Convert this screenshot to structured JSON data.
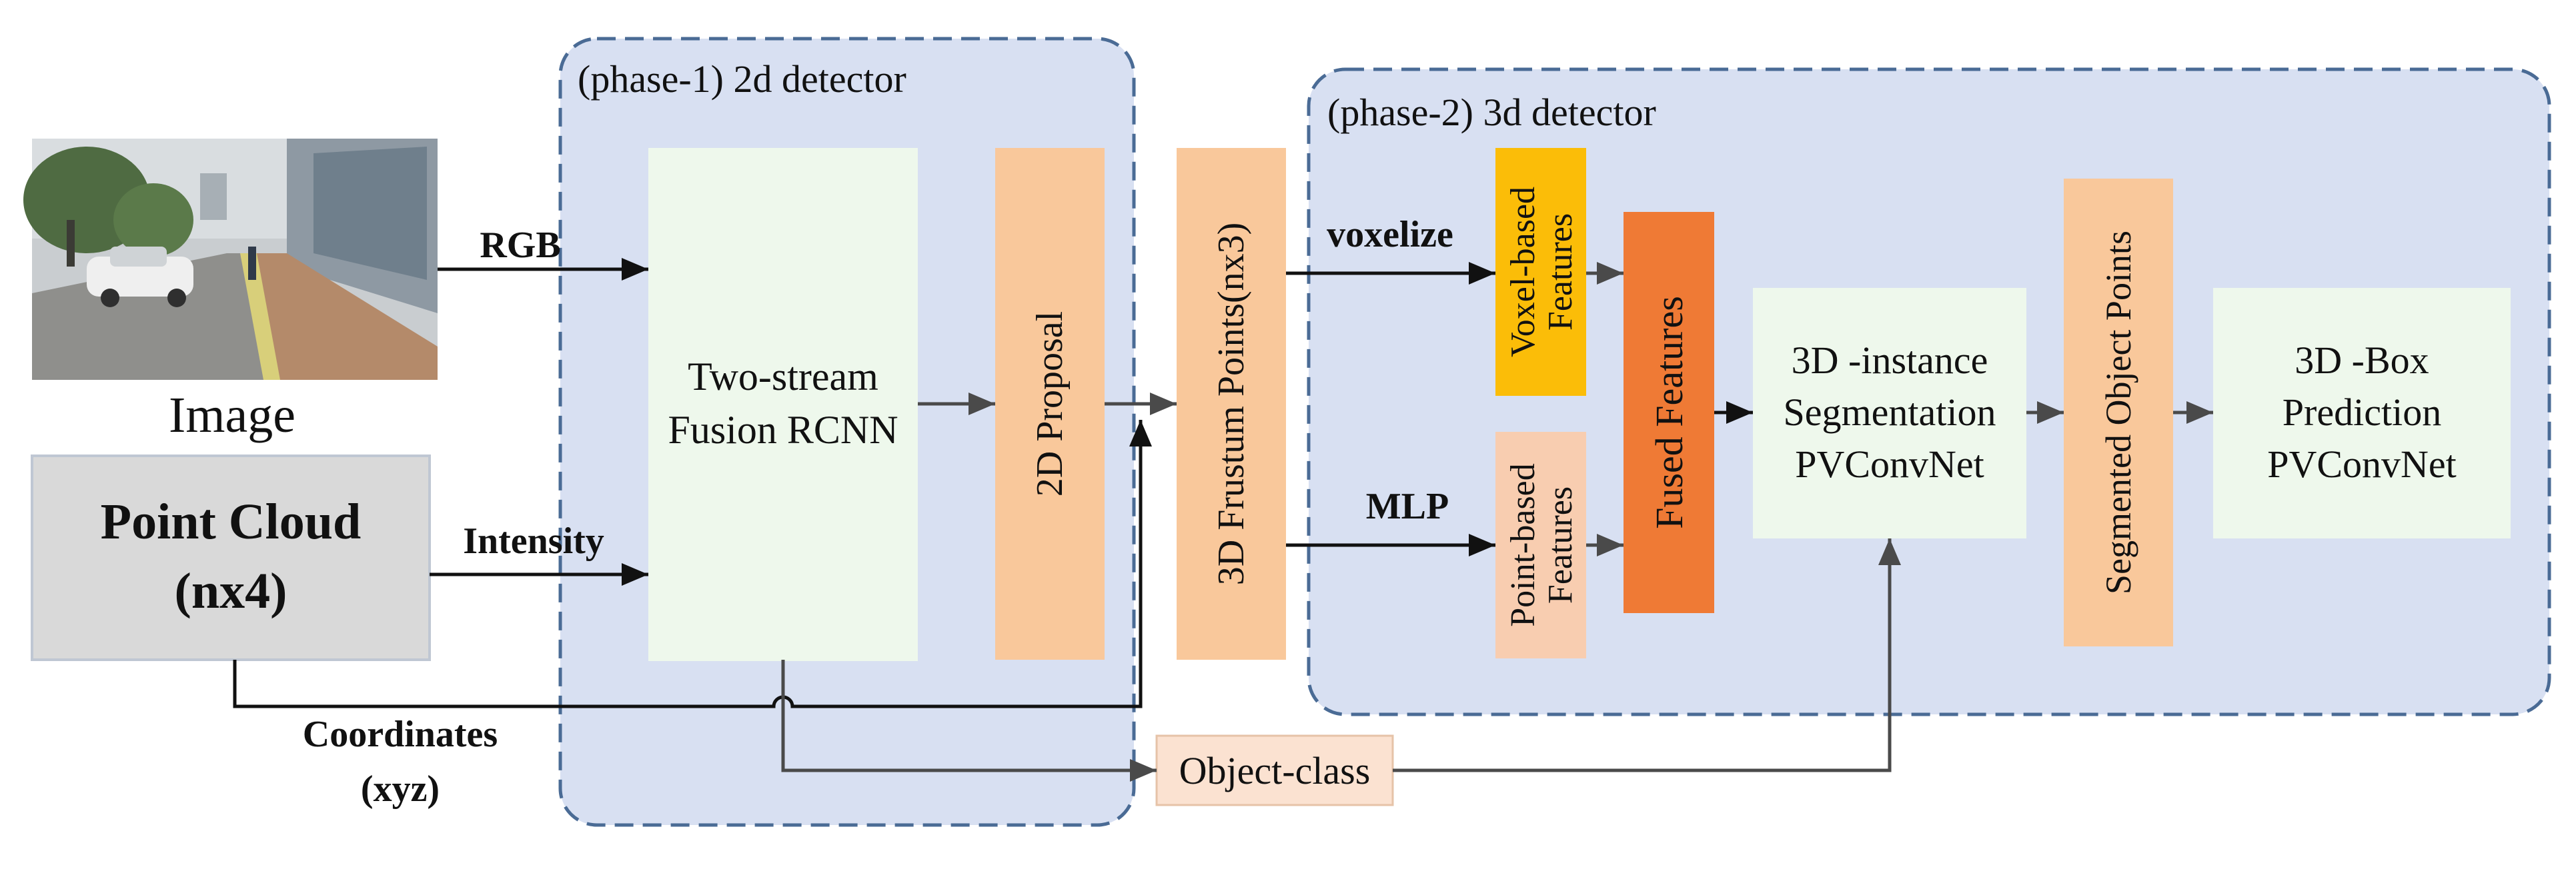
{
  "colors": {
    "phase_bg": "#d8e0f2",
    "phase_border": "#4a6b95",
    "light_green": "#eef8ec",
    "light_orange": "#f9c89b",
    "orange": "#f7c6a0",
    "voxel": "#fbbd08",
    "point_feat": "#f8cdb0",
    "fused": "#ef7a35",
    "object_class": "#fbe2d1",
    "point_cloud": "#d9d9d9",
    "arrow": "#4a4a4a",
    "line": "#111111"
  },
  "phases": {
    "phase1": "(phase-1) 2d detector",
    "phase2": "(phase-2) 3d detector"
  },
  "inputs": {
    "image_caption": "Image",
    "point_cloud_line1": "Point Cloud",
    "point_cloud_line2": "(nx4)"
  },
  "edge_labels": {
    "rgb": "RGB",
    "intensity": "Intensity",
    "coordinates_line1": "Coordinates",
    "coordinates_line2": "(xyz)",
    "voxelize": "voxelize",
    "mlp": "MLP"
  },
  "blocks": {
    "two_stream_line1": "Two-stream",
    "two_stream_line2": "Fusion RCNN",
    "proposal_2d": "2D Proposal",
    "frustum": "3D Frustum Points(nx3)",
    "voxel_line1": "Voxel-based",
    "voxel_line2": "Features",
    "point_line1": "Point-based",
    "point_line2": "Features",
    "fused": "Fused Features",
    "seg_line1": "3D -instance",
    "seg_line2": "Segmentation",
    "seg_line3": "PVConvNet",
    "segmented_points": "Segmented Object Points",
    "box_line1": "3D -Box",
    "box_line2": "Prediction",
    "box_line3": "PVConvNet",
    "object_class": "Object-class"
  }
}
